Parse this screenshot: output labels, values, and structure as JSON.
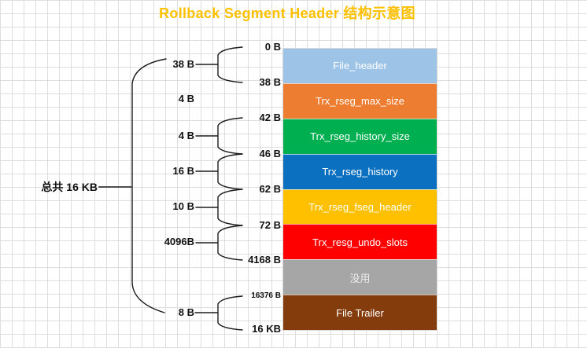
{
  "title": {
    "text": "Rollback Segment Header 结构示意图",
    "color": "#FFC000"
  },
  "left_total": {
    "label": "总共 16 KB"
  },
  "size_labels": [
    "38 B",
    "4 B",
    "4 B",
    "16 B",
    "10 B",
    "4096B",
    "8 B"
  ],
  "offset_labels": [
    "0 B",
    "38 B",
    "42 B",
    "46 B",
    "62 B",
    "72 B",
    "4168 B",
    "16376 B",
    "16 KB"
  ],
  "blocks": [
    {
      "label": "File_header",
      "color": "#9DC3E6",
      "text_color": "#FFFFFF"
    },
    {
      "label": "Trx_rseg_max_size",
      "color": "#ED7D31",
      "text_color": "#FFFFFF"
    },
    {
      "label": "Trx_rseg_history_size",
      "color": "#00B050",
      "text_color": "#FFFFFF"
    },
    {
      "label": "Trx_rseg_history",
      "color": "#0B70C0",
      "text_color": "#FFFFFF"
    },
    {
      "label": "Trx_rseg_fseg_header",
      "color": "#FFC000",
      "text_color": "#FFFFFF"
    },
    {
      "label": "Trx_resg_undo_slots",
      "color": "#FF0000",
      "text_color": "#FFFFFF"
    },
    {
      "label": "没用",
      "color": "#A6A6A6",
      "text_color": "#EDEDED"
    },
    {
      "label": "File Trailer",
      "color": "#843C0C",
      "text_color": "#FFFFFF"
    }
  ]
}
